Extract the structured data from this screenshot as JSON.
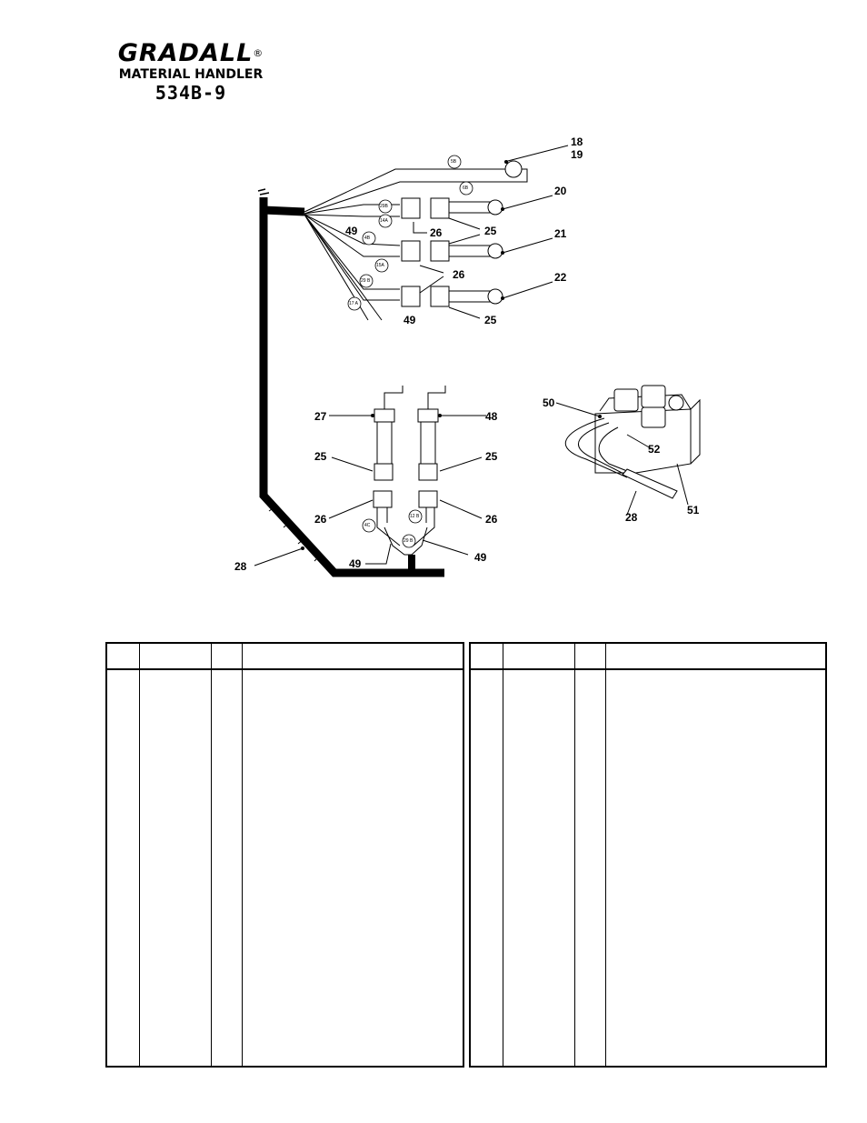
{
  "header": {
    "brand": "GRADALL",
    "registered_mark": "®",
    "product": "MATERIAL HANDLER",
    "model": "534B-9"
  },
  "callouts": {
    "c18": "18",
    "c19": "19",
    "c20": "20",
    "c21": "21",
    "c22": "22",
    "c25a": "25",
    "c25b": "25",
    "c25c": "25",
    "c25d": "25",
    "c26a": "26",
    "c26b": "26",
    "c26c": "26",
    "c26d": "26",
    "c27": "27",
    "c48": "48",
    "c49a": "49",
    "c49b": "49",
    "c49c": "49",
    "c49d": "49",
    "c28a": "28",
    "c28b": "28",
    "c50": "50",
    "c51": "51",
    "c52": "52"
  },
  "wire_tags": {
    "t5b": "5B",
    "t6b": "6B",
    "t29b": "29B",
    "t14a": "14A",
    "t4b": "4B",
    "t15a": "15A",
    "t29b2": "29 B",
    "t17a": "17 A",
    "t4c": "4C",
    "t12b": "12 B",
    "t29b3": "29 B"
  },
  "parts_table": {
    "left": {
      "rows_visible": 0
    },
    "right": {
      "rows_visible": 0
    }
  }
}
